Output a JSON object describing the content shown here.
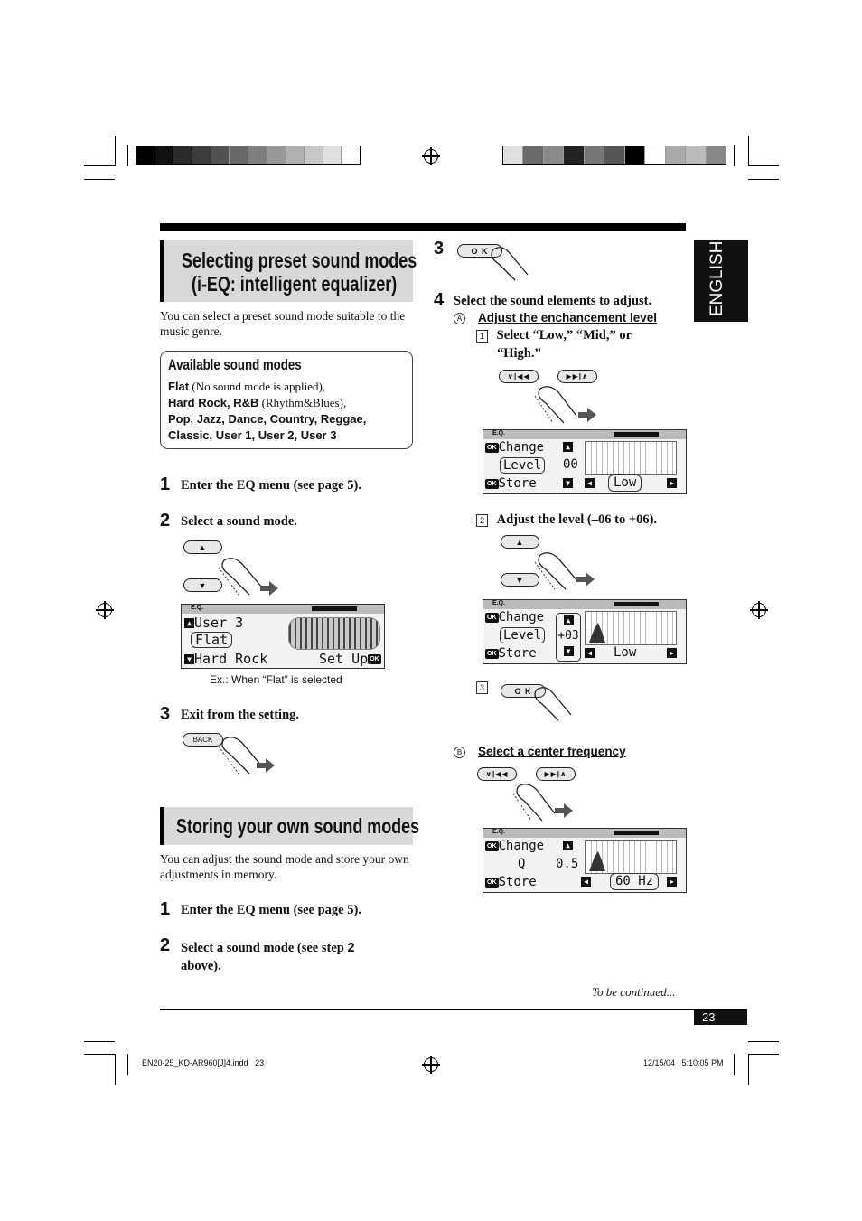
{
  "language_tab": "ENGLISH",
  "section1": {
    "title_line1": "Selecting preset sound modes",
    "title_line2": "(i-EQ: intelligent equalizer)",
    "intro": "You can select a preset sound mode suitable to the music genre.",
    "box_title": "Available sound modes",
    "flat_label": "Flat",
    "flat_note": "(No sound mode is applied)",
    "hardrock_label": "Hard Rock, R&B",
    "hardrock_note": "(Rhythm&Blues)",
    "modes_line3": "Pop, Jazz, Dance, Country, Reggae,",
    "modes_line4": "Classic, User 1, User 2, User 3",
    "steps": [
      {
        "num": "1",
        "text": "Enter the EQ menu (see page 5)."
      },
      {
        "num": "2",
        "text": "Select a sound mode."
      },
      {
        "num": "3",
        "text": "Exit from the setting."
      }
    ],
    "lcd": {
      "row1": "User 3",
      "row2": "Flat",
      "row3": "Hard Rock",
      "setup": "Set Up",
      "ok": "OK"
    },
    "caption": "Ex.: When “Flat” is selected",
    "back_label": "BACK"
  },
  "section2": {
    "title": "Storing your own sound modes",
    "intro": "You can adjust the sound mode and store your own adjustments in memory.",
    "steps": [
      {
        "num": "1",
        "text": "Enter the EQ menu (see page 5)."
      },
      {
        "num": "2",
        "text_a": "Select a sound mode (see step",
        "text_b": "2",
        "text_c": "above)."
      }
    ]
  },
  "right": {
    "step3_num": "3",
    "ok_label": "O K",
    "step4_num": "4",
    "step4_text": "Select the sound elements to adjust.",
    "a_mark": "A",
    "a_title": "Adjust the enchancement level",
    "a1_mark": "1",
    "a1_line1": "Select “Low,” “Mid,” or",
    "a1_line2": "“High.”",
    "a2_mark": "2",
    "a2_text": "Adjust the level (–06 to +06).",
    "a3_mark": "3",
    "b_mark": "B",
    "b_title": "Select a center frequency",
    "lcd_eq": "E.Q.",
    "lcd1": {
      "change": "Change",
      "level": "Level",
      "value": "00",
      "store": "Store",
      "band": "Low"
    },
    "lcd2": {
      "change": "Change",
      "level": "Level",
      "value": "+03",
      "store": "Store",
      "band": "Low"
    },
    "lcd3": {
      "change": "Change",
      "level": "Q",
      "value": "0.5",
      "store": "Store",
      "band": "60 Hz"
    }
  },
  "footer": {
    "continued": "To be continued...",
    "page": "23",
    "file": "EN20-25_KD-AR960[J]4.indd   23",
    "date": "12/15/04   5:10:05 PM"
  },
  "colors": {
    "title_bg": "#d9d9d9",
    "tab_bg": "#111111"
  }
}
